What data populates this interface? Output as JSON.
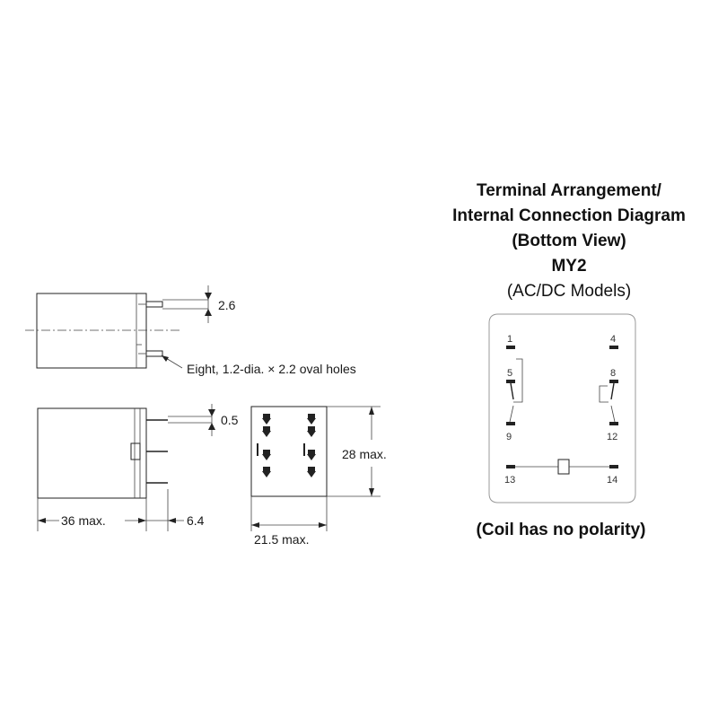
{
  "diagram": {
    "title_lines": [
      "Terminal Arrangement/",
      "Internal Connection Diagram",
      "(Bottom View)",
      "MY2"
    ],
    "subtitle": "(AC/DC Models)",
    "note": "(Coil has no polarity)",
    "terminals": [
      "1",
      "4",
      "5",
      "8",
      "9",
      "12",
      "13",
      "14"
    ],
    "dimensions": {
      "pin_offset": "2.6",
      "holes_note": "Eight, 1.2-dia. × 2.2 oval holes",
      "pin_thickness": "0.5",
      "height": "28 max.",
      "length": "36 max.",
      "pin_length": "6.4",
      "width": "21.5 max."
    }
  }
}
